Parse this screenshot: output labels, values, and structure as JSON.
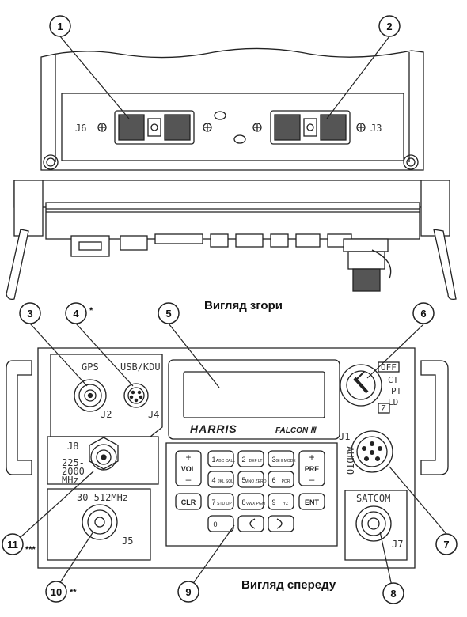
{
  "views": {
    "top": "Вигляд згори",
    "front": "Вигляд спереду"
  },
  "callouts": [
    "1",
    "2",
    "3",
    "4",
    "5",
    "6",
    "7",
    "8",
    "9",
    "10",
    "11"
  ],
  "marks": {
    "usb": "*",
    "n10": "**",
    "n11": "***"
  },
  "connectors": {
    "j6": "J6",
    "j3": "J3",
    "gps": "GPS",
    "j2": "J2",
    "usb": "USB/KDU",
    "j4": "J4",
    "j8": "J8",
    "j8_r1": "225-",
    "j8_r2": "2000",
    "j8_r3": "MHz",
    "j5_range": "30-512MHz",
    "j5": "J5",
    "j1": "J1",
    "audio": "AUDIO",
    "satcom": "SATCOM",
    "j7": "J7"
  },
  "switch": {
    "off": "OFF",
    "ct": "CT",
    "pt": "PT",
    "ld": "LD",
    "z": "Z"
  },
  "brand": {
    "harris": "HARRIS",
    "falcon": "FALCON Ⅲ"
  },
  "keys": {
    "vol": "VOL",
    "plus": "+",
    "minus": "–",
    "k1n": "1",
    "k1t": "ABC CALL",
    "k2n": "2",
    "k2t": "DEF LT",
    "k3n": "3",
    "k3t": "GHI MODE",
    "pre": "PRE",
    "k4n": "4",
    "k4t": "JKL SQL",
    "k5n": "5",
    "k5t": "MNO ZERO",
    "k6n": "6",
    "k6t": "PQR",
    "clr": "CLR",
    "k7n": "7",
    "k7t": "STU OPT",
    "k8n": "8",
    "k8t": "VWX PGM",
    "k9n": "9",
    "k9t": "YZ",
    "ent": "ENT",
    "k0n": "0"
  }
}
